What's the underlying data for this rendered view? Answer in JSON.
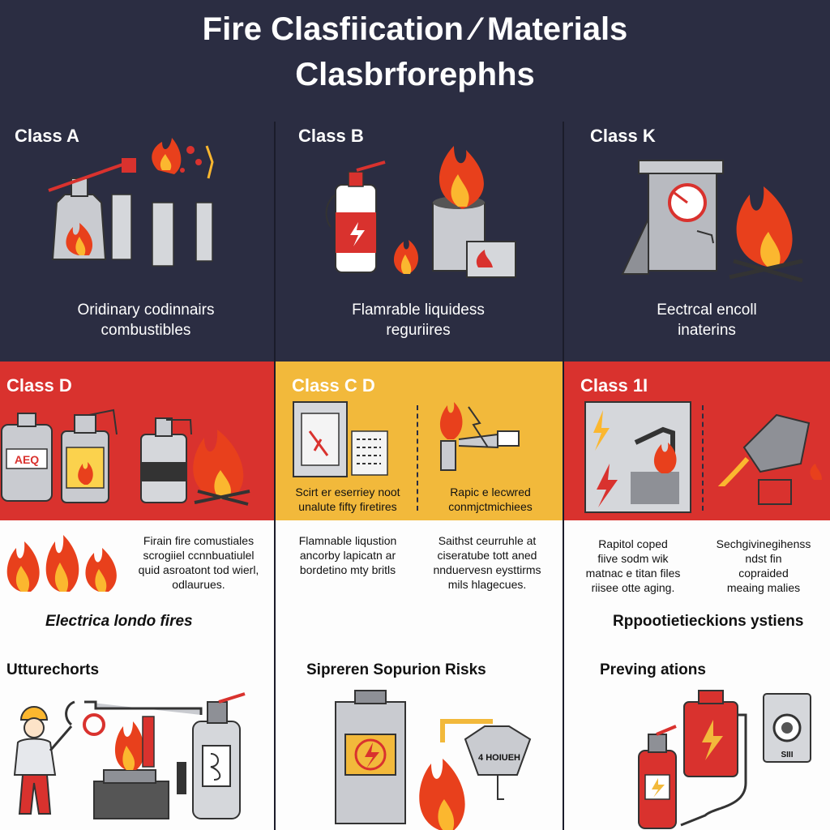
{
  "title": {
    "line1": "Fire Clasfiication ⁄ Materials",
    "line2": "Clasbrforephhs"
  },
  "top_row": [
    {
      "label": "Class A",
      "caption_l1": "Oridinary codinnairs",
      "caption_l2": "combustibles"
    },
    {
      "label": "Class B",
      "caption_l1": "Flamrable liquidess",
      "caption_l2": "reguriires"
    },
    {
      "label": "Class K",
      "caption_l1": "Eectrcal encoll",
      "caption_l2": "inaterins"
    }
  ],
  "middle_row": [
    {
      "label": "Class D",
      "badge": "AEQ"
    },
    {
      "label": "Class C D",
      "caption_left_l1": "Scirt er eserriey noot",
      "caption_left_l2": "unalute fifty firetires",
      "caption_right_l1": "Rapic e lecwred",
      "caption_right_l2": "conmjctmichiees"
    },
    {
      "label": "Class 1I"
    }
  ],
  "text_row": {
    "a_l1": "Firain fire comustiales",
    "a_l2": "scrogiiel ccnnbuatiulel",
    "a_l3": "quid asroatont tod wierl,",
    "a_l4": "odlaurues.",
    "b1_l1": "Flamnable liqustion",
    "b1_l2": "ancorby lapicatn ar",
    "b1_l3": "bordetino mty britls",
    "b2_l1": "Saithst ceurruhle at",
    "b2_l2": "ciseratube tott aned",
    "b2_l3": "nnduervesn eysttirms",
    "b2_l4": "mils hlagecues.",
    "c1_l1": "Rapitol coped",
    "c1_l2": "fiive sodm wik",
    "c1_l3": "matnac e titan files",
    "c1_l4": "riisee otte aging.",
    "c2_l1": "Sechgivinegihenss",
    "c2_l2": "ndst fin",
    "c2_l3": "copraided",
    "c2_l4": "meaing malies",
    "heading_a": "Electrica londo fires",
    "heading_c": "Rppootietieckions ystiens"
  },
  "bottom_row": [
    {
      "label": "Utturechorts"
    },
    {
      "label": "Sipreren Sopurion Risks",
      "tank_label": "4 HOIUEH"
    },
    {
      "label": "Preving ations",
      "panel_label": "SIII"
    }
  ],
  "colors": {
    "navy": "#2b2d42",
    "red": "#d9322e",
    "yellow": "#f2b93b",
    "flame_outer": "#e8401c",
    "flame_inner": "#fbb72f",
    "gray": "#c9cbd0"
  }
}
